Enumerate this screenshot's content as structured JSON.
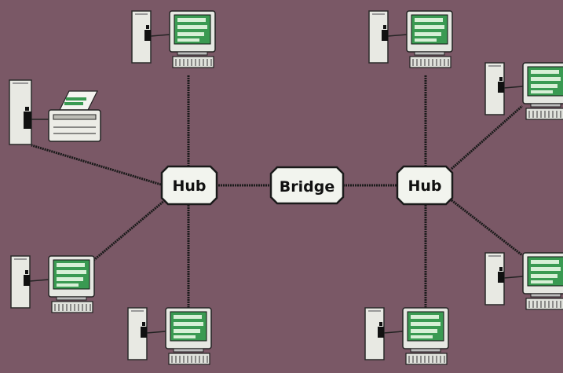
{
  "diagram": {
    "colors": {
      "background": "#7a5866",
      "node_fill": "#f2f4ee",
      "line": "#1a1a1a",
      "screen": "#3a9a52"
    },
    "nodes": {
      "hub_left": "Hub",
      "bridge": "Bridge",
      "hub_right": "Hub"
    },
    "devices": [
      {
        "kind": "workstation",
        "icon": "desktop-computer-icon"
      },
      {
        "kind": "printer",
        "icon": "printer-icon"
      }
    ]
  }
}
